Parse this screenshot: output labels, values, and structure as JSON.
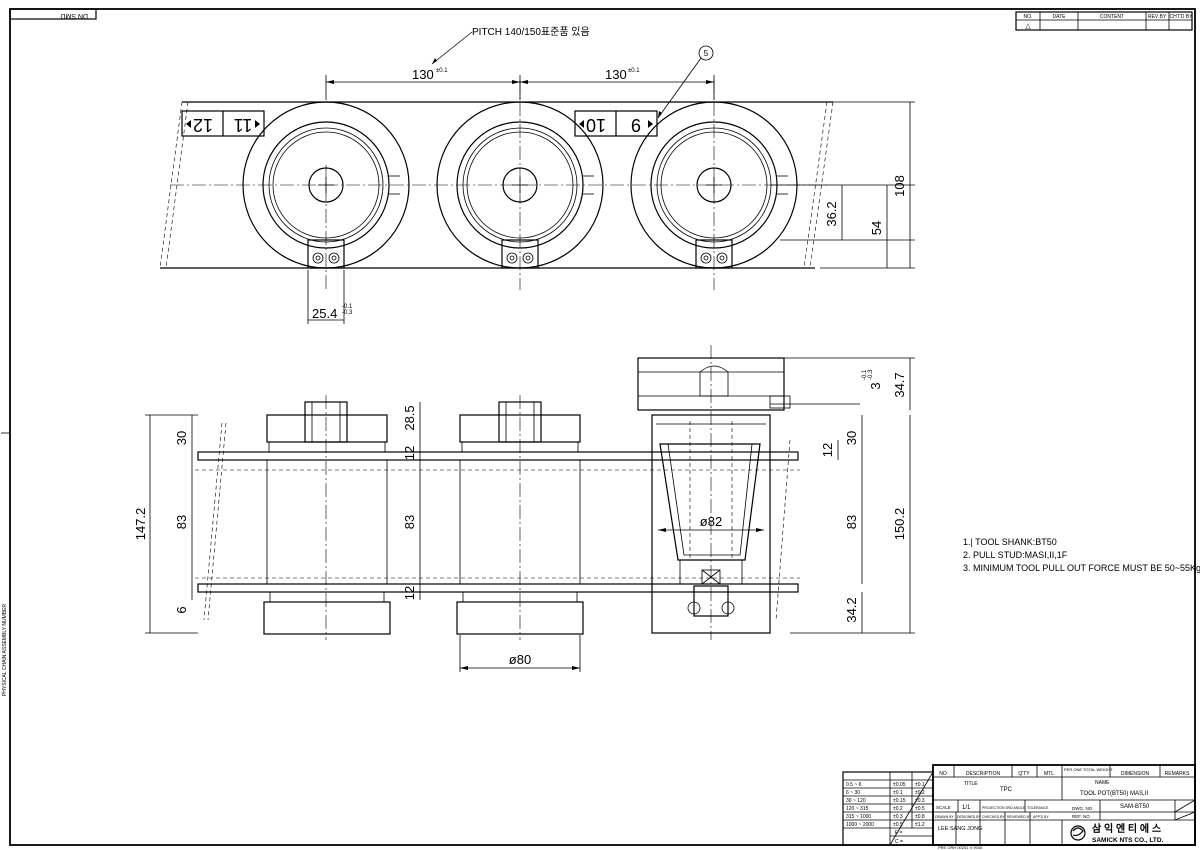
{
  "corner_tag": "DN SMD",
  "header_note": "PITCH 140/150표준품 있음",
  "balloon": "5",
  "side_text": "PHYSICAL CHAIN ASSEMBLY NUMBER",
  "pots_top": [
    "11",
    "12",
    "9",
    "10"
  ],
  "dims": {
    "pitch_a": "130",
    "pitch_b": "130",
    "pitch_tol": "±0.1",
    "d_25_4": "25.4",
    "d_25_4_tol_up": "-0.1",
    "d_25_4_tol_dn": "-0.3",
    "d_36_2": "36.2",
    "d_54": "54",
    "d_108": "108",
    "d_34_7": "34.7",
    "d_3": "3",
    "d_3_tol_up": "-0.1",
    "d_3_tol_dn": "-0.3",
    "d_28_5": "28.5",
    "d_12a": "12",
    "d_12b": "12",
    "d_12c": "12",
    "d_30a": "30",
    "d_30b": "30",
    "d_83a": "83",
    "d_83b": "83",
    "d_83c": "83",
    "d_147_2": "147.2",
    "d_150_2": "150.2",
    "d_6": "6",
    "d_34_2": "34.2",
    "d_phi82": "ø82",
    "d_phi80": "ø80"
  },
  "notes": [
    "1.| TOOL SHANK:BT50",
    "2. PULL STUD:MASI,II,1F",
    "3. MINIMUM TOOL PULL OUT FORCE MUST BE 50~55Kg"
  ],
  "revision_table": {
    "headers": [
      "NO.",
      "DATE",
      "CONTENT",
      "REV BY",
      "CHT'D BY"
    ],
    "row1": "△"
  },
  "tolerance_table": {
    "rows": [
      [
        "0.5 ~ 6",
        "±0.05",
        "±0.1"
      ],
      [
        "6 ~ 30",
        "±0.1",
        "±0.2"
      ],
      [
        "30 ~ 120",
        "±0.15",
        "±0.3"
      ],
      [
        "120 ~ 315",
        "±0.2",
        "±0.5"
      ],
      [
        "315 ~ 1000",
        "±0.3",
        "±0.8"
      ],
      [
        "1000 ~ 2000",
        "±0.5",
        "±1.2"
      ]
    ],
    "footer": [
      "F =",
      "C ="
    ]
  },
  "title_block": {
    "bom_headers": [
      "NO",
      "DESCRIPTION",
      "Q'TY",
      "MTL",
      "PER ONE TOTAL WEIGHT",
      "DIMENSION",
      "REMARKS"
    ],
    "title_label": "TITLE",
    "title_value": "TPC",
    "name_label": "NAME",
    "name_value": "TOOL POT(BT50) MAS,II",
    "scale_label": "SCALE",
    "scale_value": "1/1",
    "projection_label": "PROJECTION 3RD ANGLE",
    "tolerance_label": "TOLERANCE",
    "dwg_no_label": "DWG. NO",
    "dwg_no_value": "SAM-BT50",
    "ref_no_label": "REF. NO",
    "drawn_label": "DRAWN BY",
    "designed_label": "DESIGNED BY",
    "checked_label": "CHECKED BY",
    "reviewed_label": "REVIEWED BY",
    "approved_label": "APP'D BY",
    "drawn_by": "LEE SANG JONG",
    "company_kr": "삼 익 엔 티 에 스",
    "company_en": "SAMICK NTS CO., LTD.",
    "bottom_note": "PRE ORH 00201 V 9040"
  }
}
